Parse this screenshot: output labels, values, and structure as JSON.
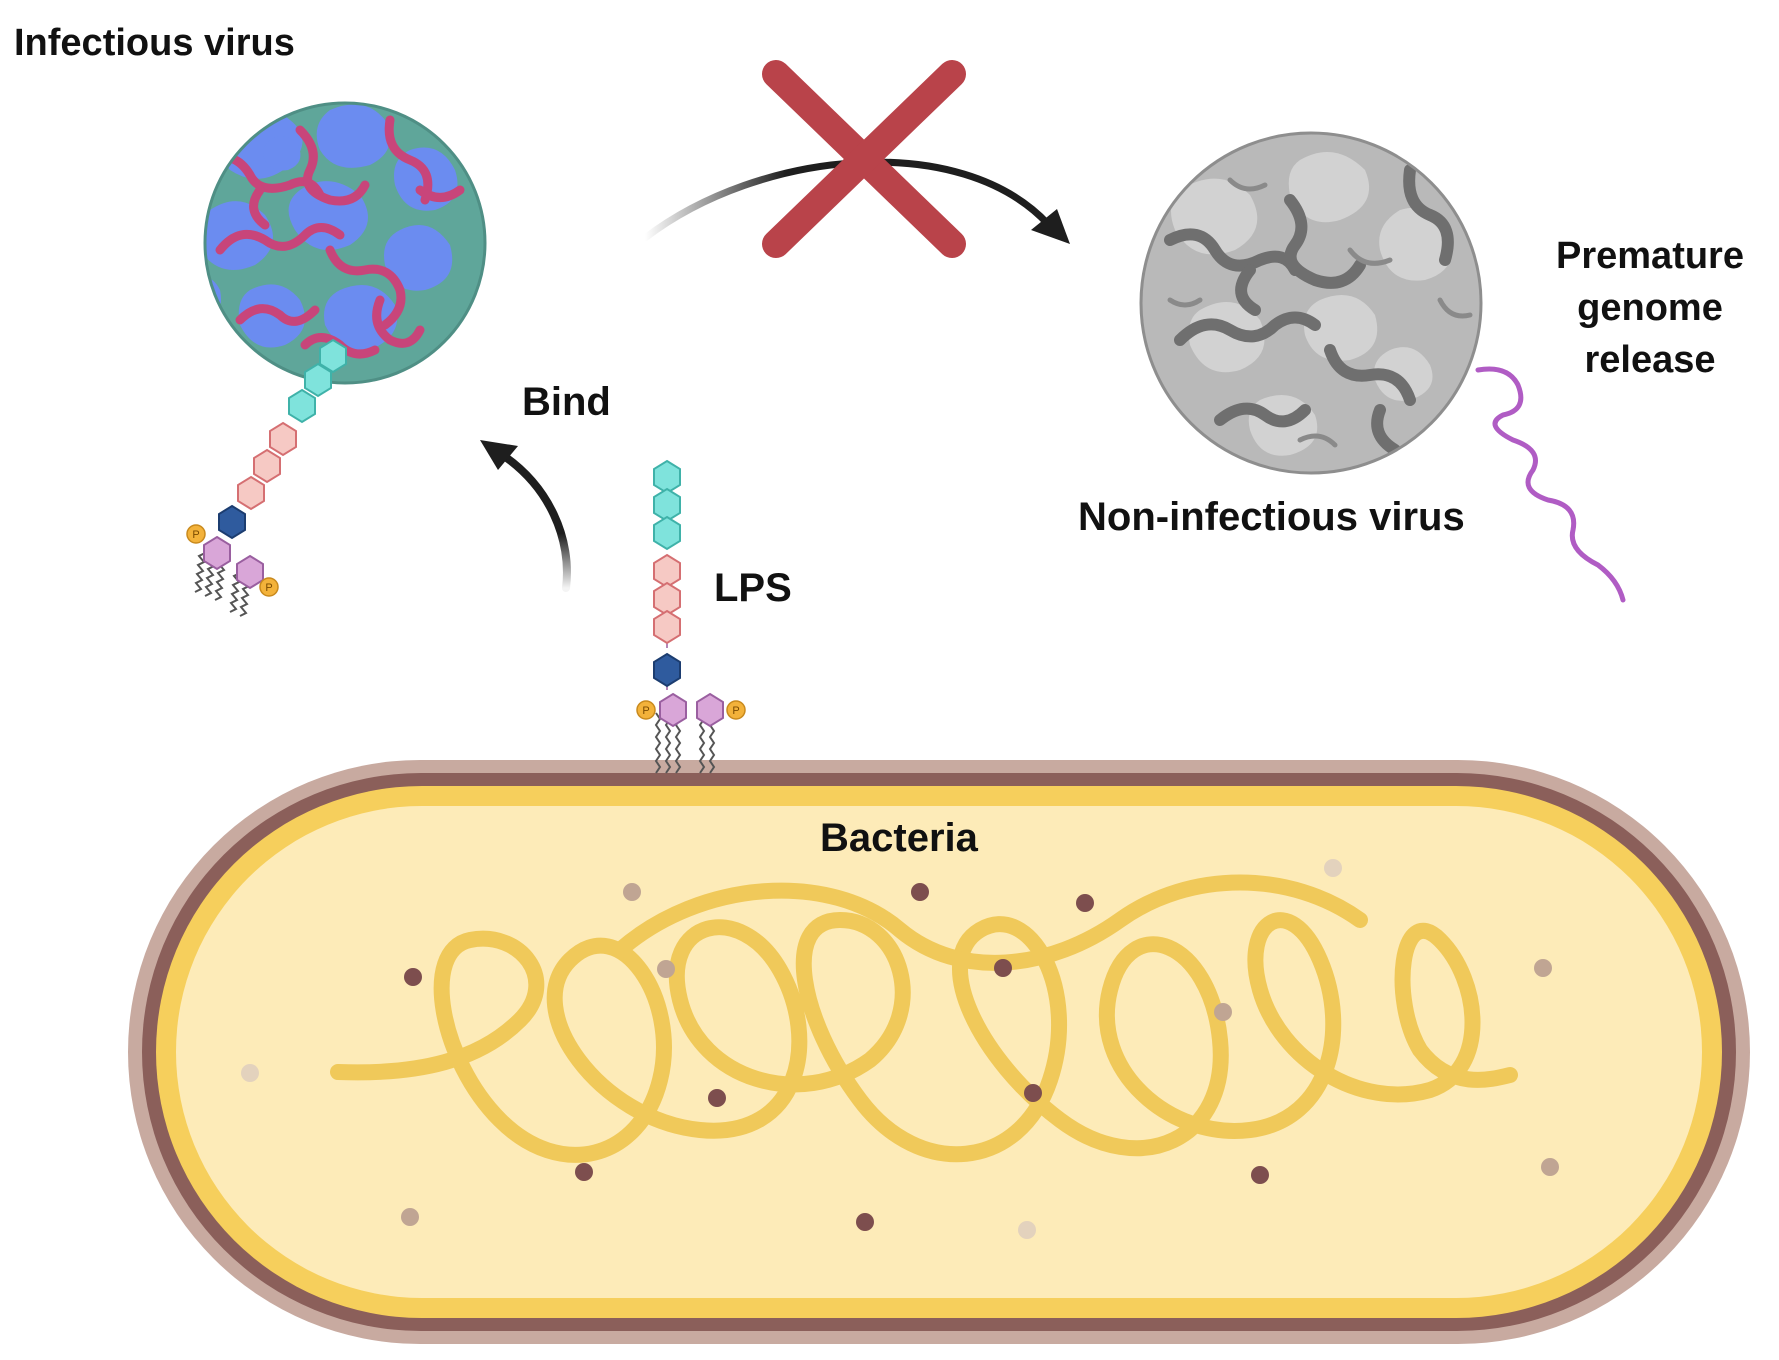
{
  "labels": {
    "infectious_virus": "Infectious virus",
    "bind": "Bind",
    "lps": "LPS",
    "non_infectious_virus": "Non-infectious virus",
    "premature_line1": "Premature",
    "premature_line2": "genome",
    "premature_line3": "release",
    "bacteria": "Bacteria",
    "phosphate": "P"
  },
  "icons": {
    "blocked": "red-x-icon",
    "arrow": "curved-arrow-icon"
  },
  "colors": {
    "capsid_blue": "#6b8cf0",
    "capsid_magenta": "#c8457a",
    "capsid_teal": "#5fa69a",
    "capsid_gray_light": "#b9b9b9",
    "capsid_gray_dark": "#6f6f6f",
    "block_red": "#b9434a",
    "arrow_black": "#1e1e1e",
    "genome_purple": "#b05cc4",
    "sugar_cyan": "#7fe3dc",
    "sugar_pink": "#f6c9c4",
    "sugar_navy": "#2f5b9e",
    "sugar_lilac": "#d9a6d8",
    "phosphate_orange": "#f3b23a",
    "cell_outer": "#c8aaa0",
    "cell_wall": "#8b5f5a",
    "cell_membrane": "#f6cf5c",
    "cytoplasm": "#fdebb8",
    "nucleoid": "#f0c95a",
    "ribosome_dark": "#7d4e4e",
    "ribosome_light": "#c0a593"
  }
}
